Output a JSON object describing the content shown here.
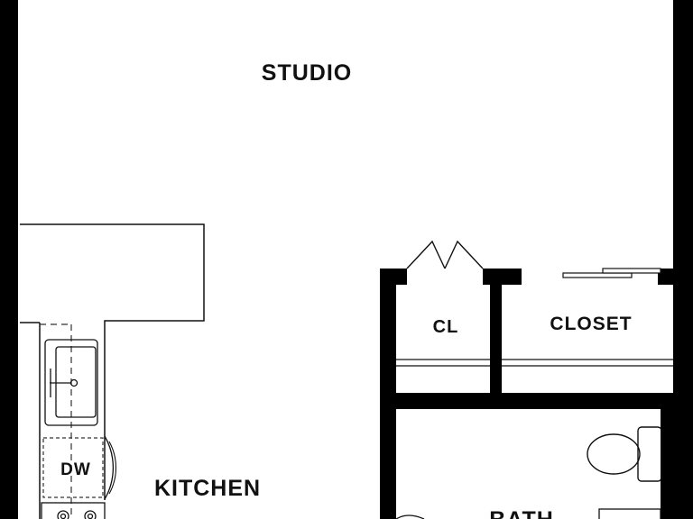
{
  "rooms": {
    "studio": "STUDIO",
    "kitchen": "KITCHEN",
    "closet_small": "CL",
    "closet": "CLOSET",
    "bath": "BATH",
    "dishwasher": "DW"
  },
  "colors": {
    "wall": "#000000",
    "line": "#111111",
    "floor": "#ffffff",
    "dashed": "#333333"
  },
  "icons": [
    "sink-icon",
    "toilet-icon",
    "bifold-door-icon",
    "sliding-door-icon",
    "range-burner-icon",
    "swing-door-icon"
  ]
}
